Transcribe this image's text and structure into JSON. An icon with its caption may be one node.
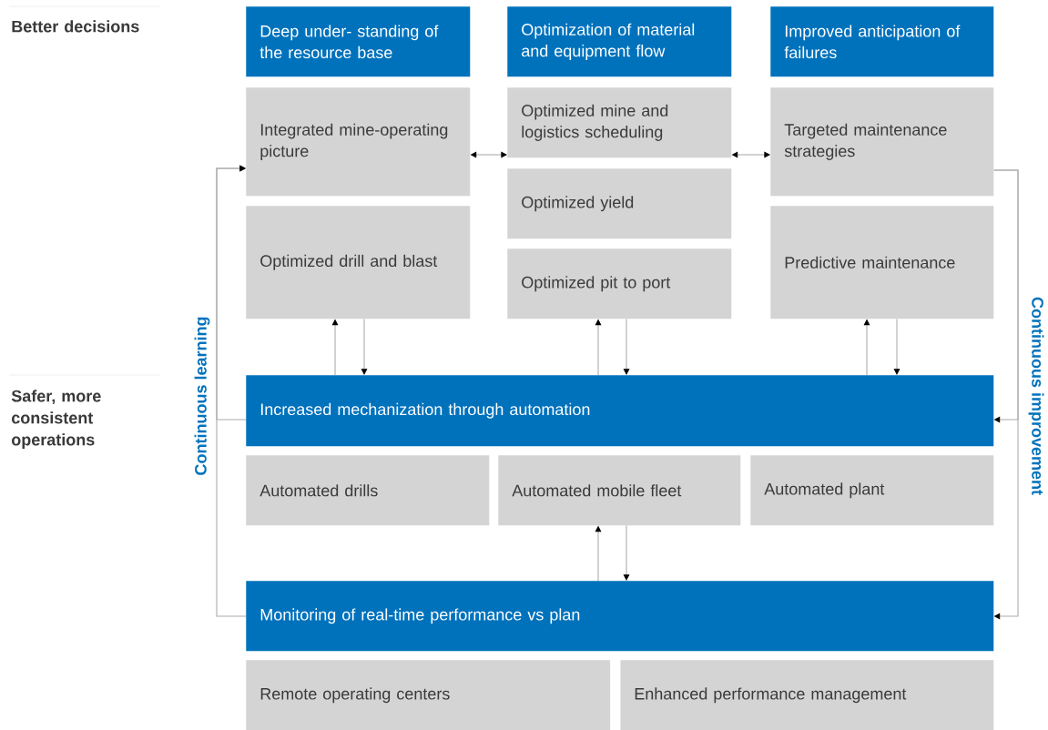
{
  "diagram": {
    "nodes": [
      {
        "text": [
          "Deep under- standing of the resource base"
        ]
      },
      {
        "text": [
          "Optimization of material and equipment flow"
        ]
      },
      {
        "text": [
          "Improved anticipation of failures"
        ]
      },
      {
        "text": [
          "Integrated mine-operating picture"
        ]
      },
      {
        "text": [
          "Optimized drill and blast"
        ]
      },
      {
        "text": [
          "Optimized mine and logistics scheduling"
        ]
      },
      {
        "text": [
          "Optimized yield"
        ]
      },
      {
        "text": [
          "Optimized pit to port"
        ]
      },
      {
        "text": [
          "Targeted maintenance strategies"
        ]
      },
      {
        "text": [
          "Predictive maintenance"
        ]
      },
      {
        "text": [
          "Increased mechanization through automation"
        ]
      },
      {
        "text": [
          "Automated drills"
        ]
      },
      {
        "text": [
          "Automated mobile fleet"
        ]
      },
      {
        "text": [
          "Automated plant"
        ]
      },
      {
        "text": [
          "Monitoring of real-time performance vs plan"
        ]
      },
      {
        "text": [
          "Remote operating centers"
        ]
      },
      {
        "text": [
          "Enhanced performance management"
        ]
      }
    ],
    "edges": [
      {
        "from": 3,
        "to": 5,
        "arrow": "both"
      },
      {
        "from": 5,
        "to": 8,
        "arrow": "both"
      },
      {
        "from": 10,
        "to": 4,
        "arrow": "to"
      },
      {
        "from": 4,
        "to": 10,
        "arrow": "to"
      },
      {
        "from": 10,
        "to": 7,
        "arrow": "to"
      },
      {
        "from": 7,
        "to": 10,
        "arrow": "to"
      },
      {
        "from": 10,
        "to": 9,
        "arrow": "to"
      },
      {
        "from": 9,
        "to": 10,
        "arrow": "to"
      },
      {
        "from": 14,
        "to": 12,
        "arrow": "to"
      },
      {
        "from": 12,
        "to": 14,
        "arrow": "to"
      },
      {
        "from": 14,
        "to": 3,
        "arrow": "to",
        "label": "Continuous learning"
      },
      {
        "from": 10,
        "to": 3,
        "arrow": "to"
      },
      {
        "from": 8,
        "to": 10,
        "arrow": "to",
        "label": "Continuous improvement"
      },
      {
        "from": 8,
        "to": 14,
        "arrow": "to"
      }
    ],
    "labels": [
      "Better decisions",
      "Safer, more consistent operations"
    ]
  }
}
